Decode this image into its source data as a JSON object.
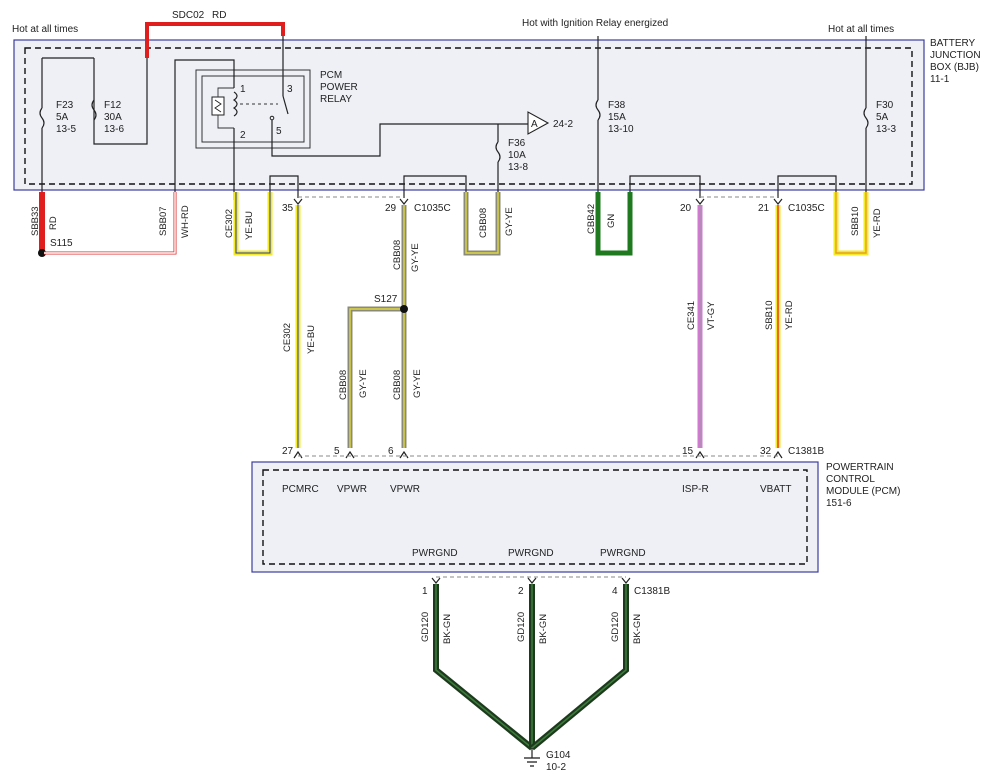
{
  "headers": {
    "left": "Hot at all times",
    "middle": "Hot with Ignition Relay energized",
    "right": "Hot at all times"
  },
  "bjb": {
    "name": "BATTERY JUNCTION BOX (BJB)",
    "line1": "BATTERY",
    "line2": "JUNCTION",
    "line3": "BOX (BJB)",
    "ref": "11-1"
  },
  "pcm": {
    "line1": "POWERTRAIN",
    "line2": "CONTROL",
    "line3": "MODULE (PCM)",
    "ref": "151-6",
    "pins": {
      "pcmrc": "PCMRC",
      "vpwr1": "VPWR",
      "vpwr2": "VPWR",
      "ispr": "ISP-R",
      "vbatt": "VBATT"
    },
    "gnd": {
      "g1": "PWRGND",
      "g2": "PWRGND",
      "g3": "PWRGND"
    }
  },
  "relay": {
    "line1": "PCM",
    "line2": "POWER",
    "line3": "RELAY",
    "pin1": "1",
    "pin2": "2",
    "pin3": "3",
    "pin5": "5"
  },
  "fuses": {
    "f23": {
      "name": "F23",
      "amps": "5A",
      "ref": "13-5"
    },
    "f12": {
      "name": "F12",
      "amps": "30A",
      "ref": "13-6"
    },
    "f36": {
      "name": "F36",
      "amps": "10A",
      "ref": "13-8"
    },
    "f38": {
      "name": "F38",
      "amps": "15A",
      "ref": "13-10"
    },
    "f30": {
      "name": "F30",
      "amps": "5A",
      "ref": "13-3"
    }
  },
  "connector_ref": {
    "letter": "A",
    "ref": "24-2"
  },
  "top_wire": {
    "circuit": "SDC02",
    "color": "RD"
  },
  "wires": {
    "sbb33": {
      "circuit": "SBB33",
      "color": "RD"
    },
    "sbb07": {
      "circuit": "SBB07",
      "color": "WH-RD"
    },
    "ce302a": {
      "circuit": "CE302",
      "color": "YE-BU"
    },
    "cbb08a": {
      "circuit": "CBB08",
      "color": "GY-YE"
    },
    "cbb08b": {
      "circuit": "CBB08",
      "color": "GY-YE"
    },
    "cbb42": {
      "circuit": "CBB42",
      "color": "GN"
    },
    "sbb10a": {
      "circuit": "SBB10",
      "color": "YE-RD"
    },
    "ce302b": {
      "circuit": "CE302",
      "color": "YE-BU"
    },
    "cbb08c": {
      "circuit": "CBB08",
      "color": "GY-YE"
    },
    "cbb08d": {
      "circuit": "CBB08",
      "color": "GY-YE"
    },
    "ce341": {
      "circuit": "CE341",
      "color": "VT-GY"
    },
    "sbb10b": {
      "circuit": "SBB10",
      "color": "YE-RD"
    },
    "gd120a": {
      "circuit": "GD120",
      "color": "BK-GN"
    },
    "gd120b": {
      "circuit": "GD120",
      "color": "BK-GN"
    },
    "gd120c": {
      "circuit": "GD120",
      "color": "BK-GN"
    }
  },
  "splices": {
    "s115": "S115",
    "s127": "S127"
  },
  "connectors": {
    "c1035c_a": "C1035C",
    "c1035c_b": "C1035C",
    "c1381b_a": "C1381B",
    "c1381b_b": "C1381B"
  },
  "pins": {
    "p35": "35",
    "p29": "29",
    "p20": "20",
    "p21": "21",
    "p27": "27",
    "p5": "5",
    "p6": "6",
    "p15": "15",
    "p32": "32",
    "p1": "1",
    "p2": "2",
    "p4": "4"
  },
  "ground": {
    "name": "G104",
    "ref": "10-2"
  },
  "colors": {
    "red": "#e01e1e",
    "yellow": "#f2ea2a",
    "yellow_blue": "#2b3b9b",
    "gray_yellow_core": "#e0d640",
    "gray": "#8a8a7a",
    "green": "#1f7a1f",
    "violet": "#d27ad2",
    "dark_green": "#1d3a1d",
    "box_fill": "#eef0f6",
    "box_border": "#3c3ca0"
  }
}
